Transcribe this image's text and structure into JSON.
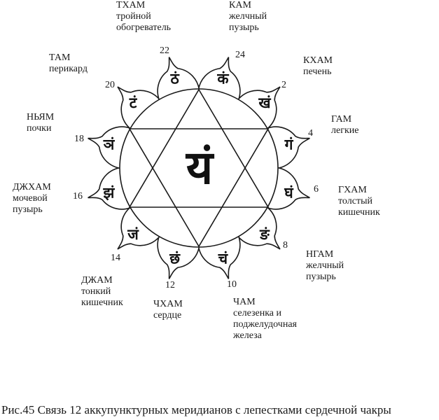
{
  "center_glyph": "यं",
  "petals": [
    {
      "glyph": "कं",
      "number": "24"
    },
    {
      "glyph": "खं",
      "number": "2"
    },
    {
      "glyph": "गं",
      "number": "4"
    },
    {
      "glyph": "घं",
      "number": "6"
    },
    {
      "glyph": "ङं",
      "number": "8"
    },
    {
      "glyph": "चं",
      "number": "10"
    },
    {
      "glyph": "छं",
      "number": "12"
    },
    {
      "glyph": "जं",
      "number": "14"
    },
    {
      "glyph": "झं",
      "number": "16"
    },
    {
      "glyph": "ञं",
      "number": "18"
    },
    {
      "glyph": "टं",
      "number": "20"
    },
    {
      "glyph": "ठं",
      "number": "22"
    }
  ],
  "labels": [
    {
      "lines": [
        "КАМ",
        "желчный",
        "пузырь"
      ]
    },
    {
      "lines": [
        "КХАМ",
        "печень"
      ]
    },
    {
      "lines": [
        "ГАМ",
        "легкие"
      ]
    },
    {
      "lines": [
        "ГХАМ",
        "толстый",
        "кишечник"
      ]
    },
    {
      "lines": [
        "НГАМ",
        "желчный",
        "пузырь"
      ]
    },
    {
      "lines": [
        "ЧАМ",
        "селезенка и",
        "поджелудочная",
        "железа"
      ]
    },
    {
      "lines": [
        "ЧХАМ",
        "сердце"
      ]
    },
    {
      "lines": [
        "ДЖАМ",
        "тонкий",
        "кишечник"
      ]
    },
    {
      "lines": [
        "ДЖХАМ",
        "мочевой",
        "пузырь"
      ]
    },
    {
      "lines": [
        "НЬЯМ",
        "почки"
      ]
    },
    {
      "lines": [
        "ТАМ",
        "перикард"
      ]
    },
    {
      "lines": [
        "ТХАМ",
        "тройной",
        "обогреватель"
      ]
    }
  ],
  "caption": "Рис.45  Связь 12 аккупунктурных меридианов с лепестками сердечной чакры"
}
